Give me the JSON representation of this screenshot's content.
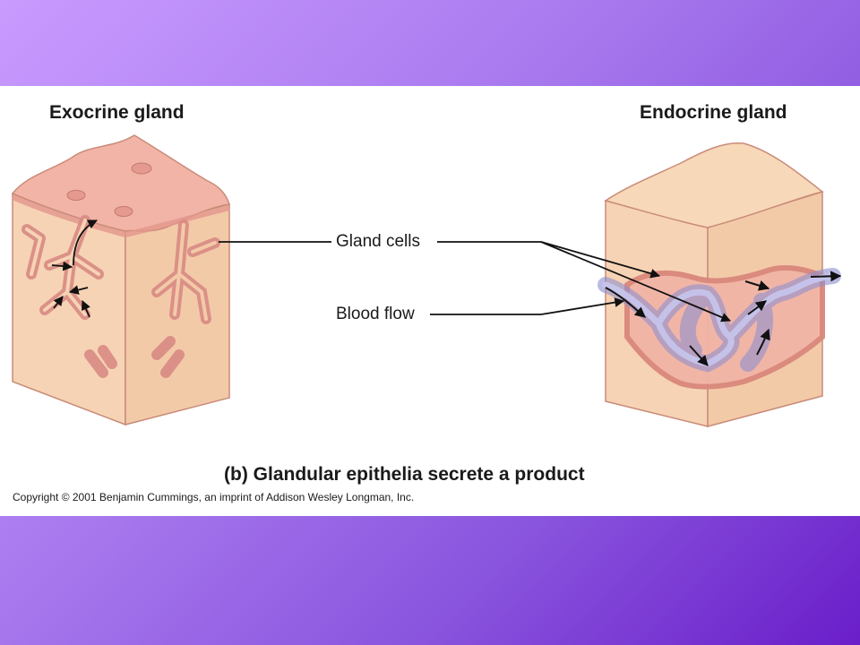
{
  "diagram": {
    "exocrine_title": "Exocrine gland",
    "endocrine_title": "Endocrine gland",
    "label_gland_cells": "Gland cells",
    "label_blood_flow": "Blood flow",
    "caption": "(b) Glandular epithelia secrete a product",
    "copyright": "Copyright © 2001 Benjamin Cummings, an imprint of Addison Wesley Longman, Inc."
  },
  "colors": {
    "background_top": "#c99bff",
    "background_bottom": "#6a1ec9",
    "tissue_top": "#f1b4a6",
    "tissue_side": "#f6d3b4",
    "gland_tube": "#d98a84",
    "blood_vessel": "#aaaadf"
  },
  "icons": [
    "secretion-arrow-icon",
    "blood-flow-arrow-icon"
  ]
}
